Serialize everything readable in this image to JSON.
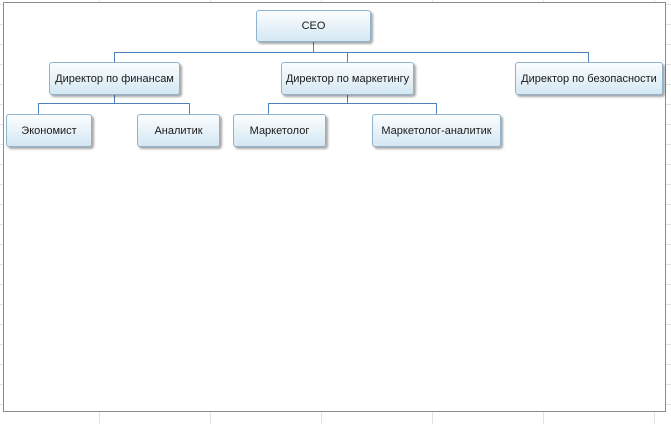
{
  "org_chart": {
    "ceo": "CEO",
    "finance_director": "Директор по финансам",
    "marketing_director": "Директор по маркетингу",
    "security_director": "Директор по безопасности",
    "economist": "Экономист",
    "analyst": "Аналитик",
    "marketer": "Маркетолог",
    "marketing_analyst": "Маркетолог-аналитик"
  },
  "colors": {
    "connector": "#4f81bd",
    "node_border": "#8fb3cc",
    "node_fill_top": "#fbfdfe",
    "node_fill_bottom": "#d4e7f3"
  }
}
